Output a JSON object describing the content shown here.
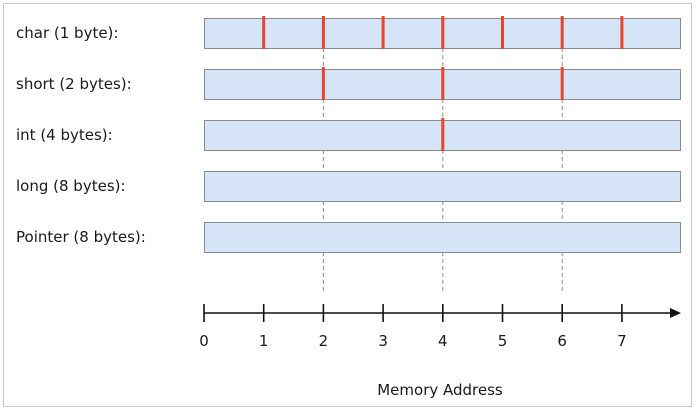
{
  "rows": [
    {
      "label": "char (1 byte):",
      "boundaries": [
        1,
        2,
        3,
        4,
        5,
        6,
        7
      ]
    },
    {
      "label": "short (2 bytes):",
      "boundaries": [
        2,
        4,
        6
      ]
    },
    {
      "label": "int (4 bytes):",
      "boundaries": [
        4
      ]
    },
    {
      "label": "long (8 bytes):",
      "boundaries": []
    },
    {
      "label": "Pointer (8 bytes):",
      "boundaries": []
    }
  ],
  "guides": [
    2,
    4,
    6
  ],
  "axis": {
    "title": "Memory Address",
    "range": [
      0,
      8
    ],
    "ticks": [
      "0",
      "1",
      "2",
      "3",
      "4",
      "5",
      "6",
      "7"
    ]
  },
  "colors": {
    "bar_fill": "#d6e4f7",
    "bar_stroke": "#8a8a8a",
    "boundary": "#e8452c",
    "axis": "#111111",
    "guide": "#8c8c8c",
    "frame": "#c9c9c9"
  }
}
